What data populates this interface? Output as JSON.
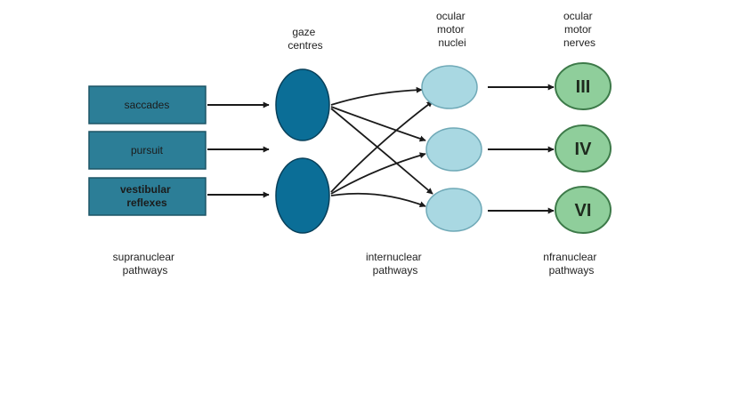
{
  "headers": {
    "gaze_centres": [
      "gaze",
      "centres"
    ],
    "ocular_motor_nuclei": [
      "ocular",
      "motor",
      "nuclei"
    ],
    "ocular_motor_nerves": [
      "ocular",
      "motor",
      "nerves"
    ]
  },
  "inputs": {
    "saccades": [
      "saccades"
    ],
    "pursuit": [
      "pursuit"
    ],
    "vestibular": [
      "vestibular",
      "reflexes"
    ]
  },
  "nerves": {
    "n3": "III",
    "n4": "IV",
    "n6": "VI"
  },
  "footers": {
    "supranuclear": [
      "supranuclear",
      "pathways"
    ],
    "internuclear": [
      "internuclear",
      "pathways"
    ],
    "infranuclear": [
      "nfranuclear",
      "pathways"
    ]
  },
  "colors": {
    "input_box_fill": "#2c7e97",
    "input_box_stroke": "#1d5566",
    "gaze_fill": "#0b6e97",
    "gaze_stroke": "#08405a",
    "nucleus_fill": "#a9d8e2",
    "nucleus_stroke": "#6fa9b7",
    "nerve_fill": "#8fce9b",
    "nerve_stroke": "#3d7a49",
    "arrow": "#1a1a1a"
  }
}
